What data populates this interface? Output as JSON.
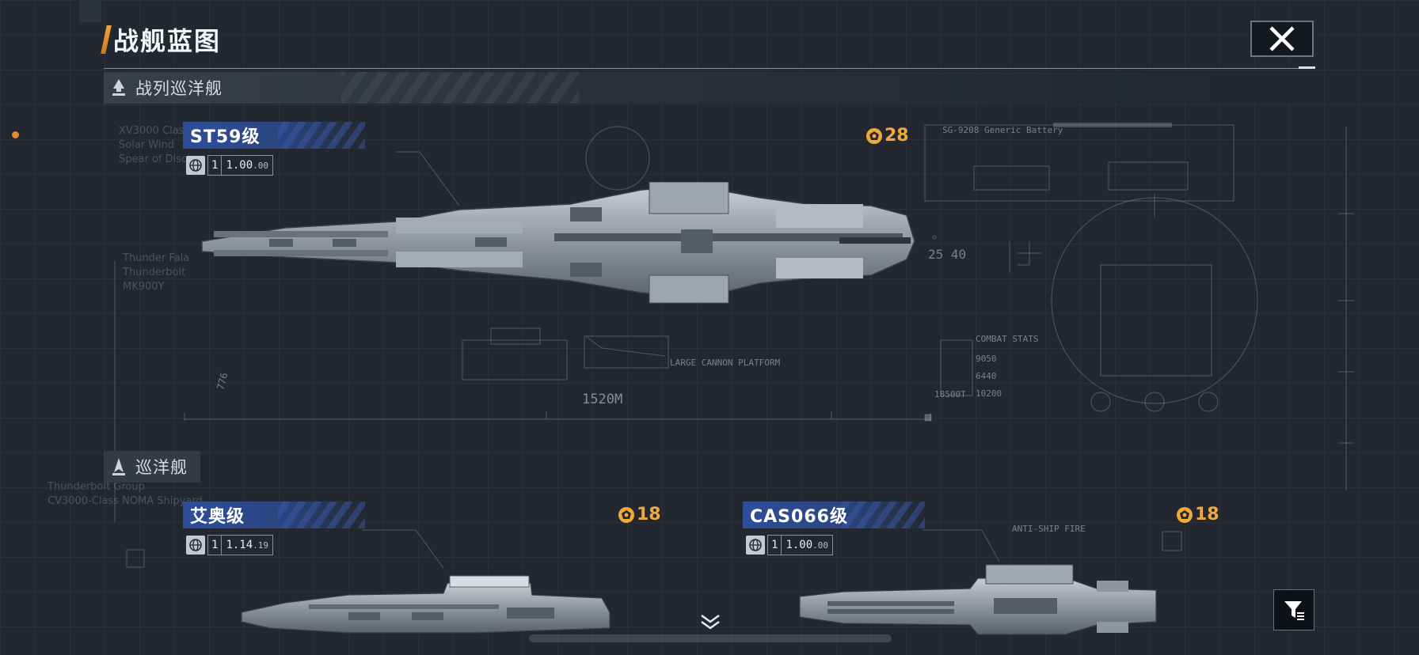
{
  "header": {
    "title": "战舰蓝图",
    "close_icon": "close-icon"
  },
  "section_battlecruiser": {
    "label": "战列巡洋舰",
    "icon": "battlecruiser-class-icon"
  },
  "section_cruiser": {
    "label": "巡洋舰",
    "icon": "cruiser-class-icon"
  },
  "ships": [
    {
      "name": "ST59级",
      "type_icon": "globe-icon",
      "rank": "1",
      "version": "1.00",
      "version_sub": ".00",
      "cost_icon": "blueprint-token-icon",
      "cost": "28",
      "length_label": "1520M"
    },
    {
      "name": "艾奥级",
      "type_icon": "globe-icon",
      "rank": "1",
      "version": "1.14",
      "version_sub": ".19",
      "cost_icon": "blueprint-token-icon",
      "cost": "18"
    },
    {
      "name": "CAS066级",
      "type_icon": "globe-icon",
      "rank": "1",
      "version": "1.00",
      "version_sub": ".00",
      "cost_icon": "blueprint-token-icon",
      "cost": "18"
    }
  ],
  "blueprint": {
    "battery_label": "SG-9208 Generic Battery",
    "cannon_label": "LARGE CANNON PLATFORM",
    "small_num": "776",
    "angle": "25 40",
    "anti_ship": "ANTI-SHIP FIRE",
    "combat_stats": "COMBAT STATS",
    "stat_a": "9050",
    "stat_b": "6440",
    "stat_c": "10200",
    "mass": "18500T",
    "ghost_top": "XV3000 Class\nSolar Wind\nSpear of Disc",
    "ghost_mid": "Thunder Fala\nThunderbolt\nMK900Y",
    "ghost_bottom": "Thunderbolt Group\nCV3000-Class NOMA Shipyard"
  },
  "controls": {
    "scroll_icon": "chevron-down-icon",
    "filter_icon": "filter-icon"
  }
}
